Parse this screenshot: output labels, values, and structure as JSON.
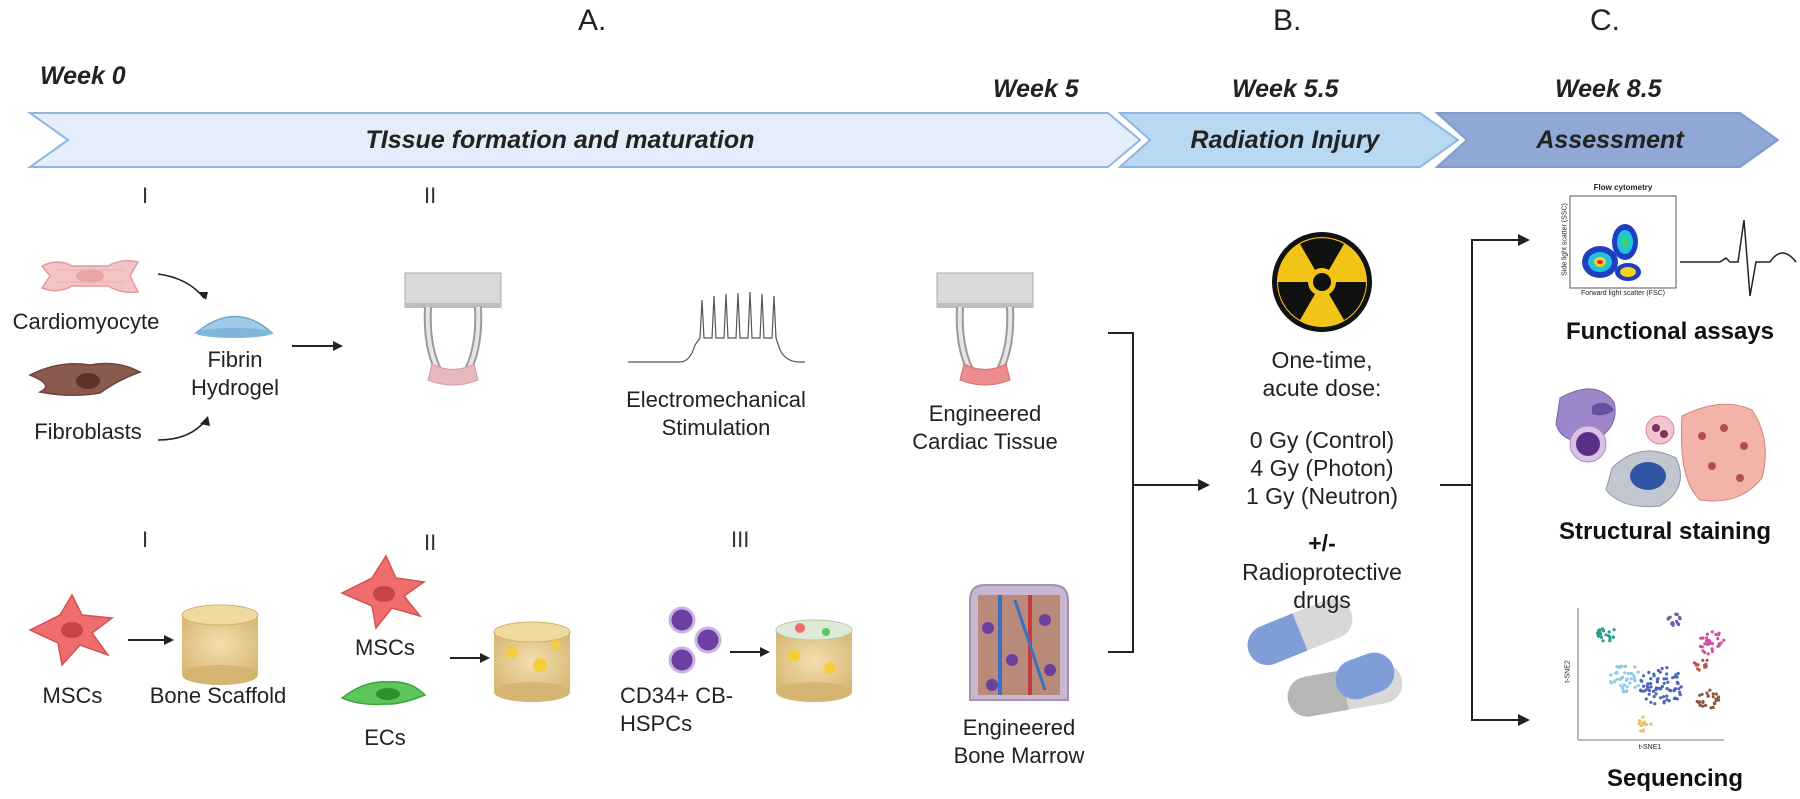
{
  "sections": {
    "a": "A.",
    "b": "B.",
    "c": "C."
  },
  "weeks": {
    "w0": "Week 0",
    "w5": "Week 5",
    "w55": "Week 5.5",
    "w85": "Week 8.5"
  },
  "stages": {
    "formation": "TIssue  formation and maturation",
    "injury": "Radiation Injury",
    "assessment": "Assessment"
  },
  "cardiac": {
    "step1": "I",
    "step2": "II",
    "cardiomyocyte": "Cardiomyocyte",
    "fibroblasts": "Fibroblasts",
    "hydrogel_line1": "Fibrin",
    "hydrogel_line2": "Hydrogel",
    "stim_line1": "Electromechanical",
    "stim_line2": "Stimulation",
    "tissue_line1": "Engineered",
    "tissue_line2": "Cardiac Tissue"
  },
  "marrow": {
    "step1": "I",
    "step2": "II",
    "step3": "III",
    "mscs1": "MSCs",
    "scaffold": "Bone Scaffold",
    "mscs2": "MSCs",
    "ecs": "ECs",
    "cd34_line1": "CD34+ CB-",
    "cd34_line2": "HSPCs",
    "marrow_line1": "Engineered",
    "marrow_line2": "Bone Marrow"
  },
  "injury": {
    "dose_line1": "One-time,",
    "dose_line2": "acute dose:",
    "dose_control": "0 Gy (Control)",
    "dose_photon": "4 Gy (Photon)",
    "dose_neutron": "1 Gy (Neutron)",
    "plusminus": "+/-",
    "drug_line1": "Radioprotective",
    "drug_line2": "drugs"
  },
  "assessment": {
    "functional": "Functional assays",
    "structural": "Structural staining",
    "sequencing": "Sequencing",
    "flow_title": "Flow cytometry",
    "flow_x": "Forward light scatter (FSC)",
    "flow_y": "Side light scatter (SSC)",
    "tsne_x": "t-SNE1",
    "tsne_y": "t-SNE2"
  },
  "colors": {
    "banner_a": "#e3eefa",
    "banner_b": "#b9d9f3",
    "banner_c": "#8fa8d6",
    "banner_stroke": "#8fb6e0",
    "cardio_pink": "#f4b8b8",
    "fibro_brown": "#8a5a4f",
    "hydrogel_blue": "#9fcbe8",
    "scaffold_tan": "#e8cf94",
    "msc_red": "#ef6d6d",
    "ec_green": "#5cc65c",
    "hspc_purple": "#6b3fa0",
    "radiation_yellow": "#f2c416",
    "pill_blue": "#7f9ed8"
  }
}
